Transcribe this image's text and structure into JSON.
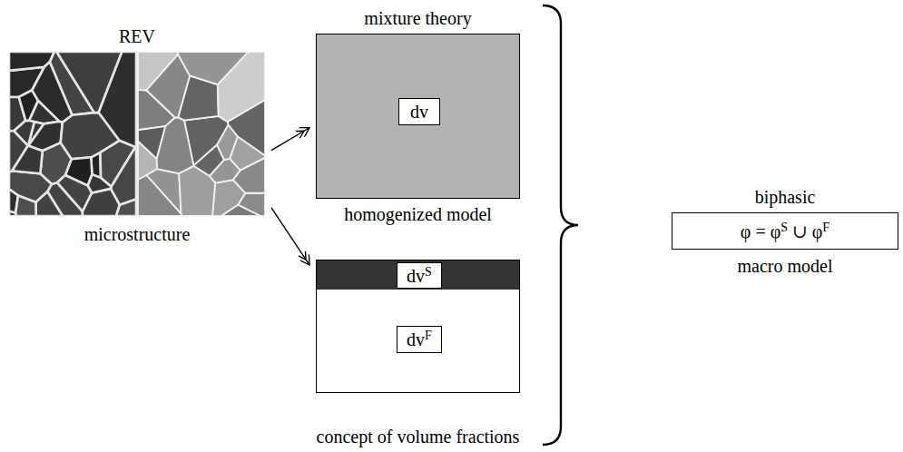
{
  "diagram": {
    "nodes": [
      {
        "text": [
          "REV",
          "microstructure"
        ]
      },
      {
        "text": [
          "mixture theory",
          "homogenized model"
        ]
      },
      {
        "text": [
          "dv"
        ],
        "in": 1
      },
      {
        "text": [
          "concept of volume fractions"
        ]
      },
      {
        "text": [
          "dvS"
        ],
        "in": 3
      },
      {
        "text": [
          "dvF"
        ],
        "in": 3
      },
      {
        "text": [
          "biphasic",
          "φ = φS ∪ φF",
          "macro model"
        ]
      }
    ],
    "edges": [
      {
        "from": 0,
        "to": 1,
        "arrow": "to"
      },
      {
        "from": 0,
        "to": 3,
        "arrow": "to"
      }
    ]
  }
}
